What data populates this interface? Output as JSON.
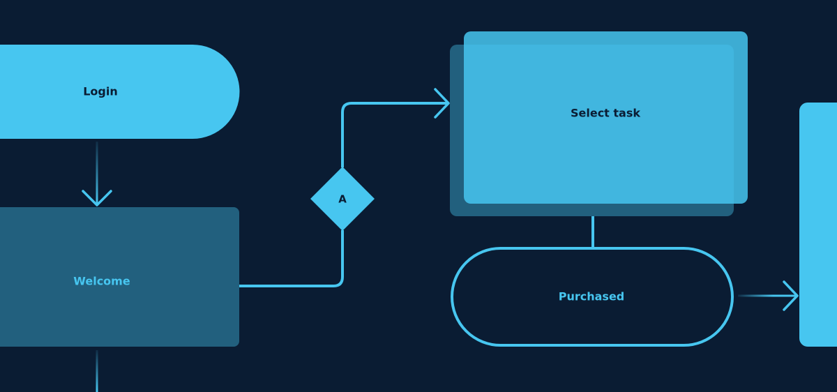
{
  "colors": {
    "background": "#0a1c33",
    "accent": "#47c6f0",
    "dark_fill": "#22607e",
    "text_dark": "#0a1c33"
  },
  "nodes": {
    "login": "Login",
    "welcome": "Welcome",
    "decision": "A",
    "select_task": "Select task",
    "purchased": "Purchased"
  }
}
